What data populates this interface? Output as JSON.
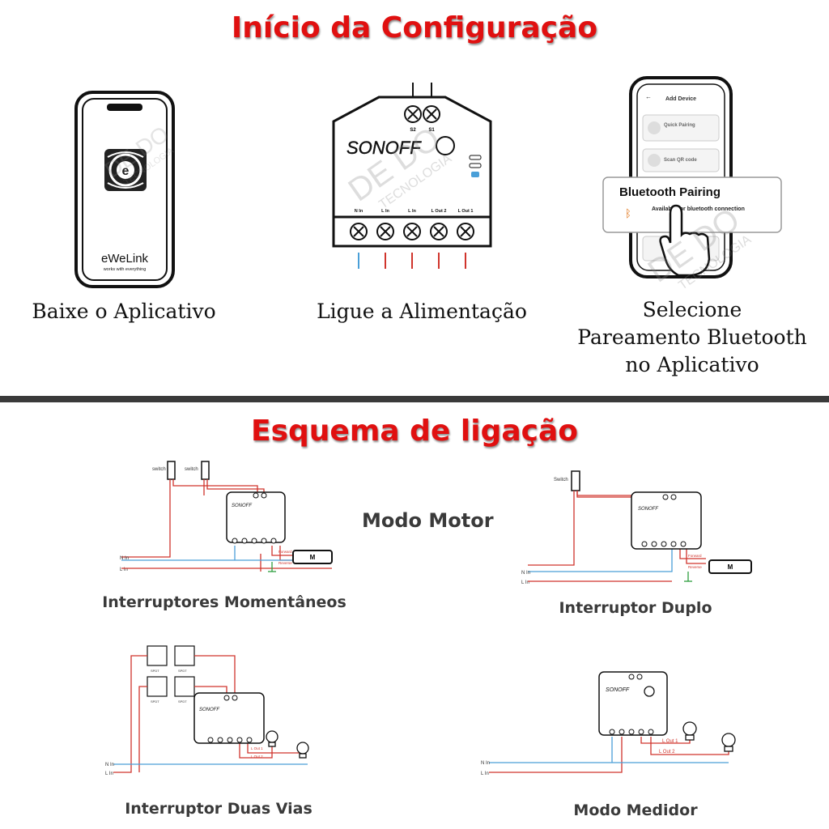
{
  "header": {
    "title": "Início da Configuração"
  },
  "steps": [
    {
      "app_name": "eWeLink",
      "app_tagline": "works with everything",
      "caption_lines": [
        "Baixe o Aplicativo"
      ]
    },
    {
      "brand": "SONOFF",
      "terminals_top": [
        "S2",
        "S1"
      ],
      "terminals_bottom": [
        "N In",
        "L In",
        "L In",
        "L Out 2",
        "L Out 1"
      ],
      "caption_lines": [
        "Ligue a Alimentação"
      ]
    },
    {
      "screen_title": "Add Device",
      "option_1": "Quick Pairing",
      "option_2": "Scan QR code",
      "popup_title": "Bluetooth Pairing",
      "popup_text": "Available for bluetooth connection",
      "caption_lines": [
        "Selecione",
        "Pareamento Bluetooth",
        "no Aplicativo"
      ]
    }
  ],
  "wiring": {
    "title": "Esquema de ligação",
    "motor_mode_label": "Modo Motor",
    "diagrams": [
      {
        "label": "Interruptores Momentâneos",
        "switch_label": "switch",
        "line_labels": [
          "N In",
          "L In"
        ],
        "out_labels": [
          "Forward",
          "Reverse"
        ],
        "motor_label": "M"
      },
      {
        "label": "Interruptor Duplo",
        "switch_label": "Switch",
        "line_labels": [
          "N In",
          "L In"
        ],
        "out_labels": [
          "Forward",
          "Reverse"
        ],
        "motor_label": "M"
      },
      {
        "label": "Interruptor Duas Vias",
        "switch_label": "SPDT",
        "line_labels": [
          "N In",
          "L In"
        ],
        "out_labels": [
          "L Out 1",
          "L Out 2"
        ]
      },
      {
        "label": "Modo Medidor",
        "line_labels": [
          "N In",
          "L In"
        ],
        "out_labels": [
          "L Out 1",
          "L Out 2"
        ]
      }
    ]
  },
  "watermark": {
    "line1": "DE DO",
    "line2": "TECNOLOGIA"
  },
  "colors": {
    "title": "#e01010",
    "wire_red": "#d0342c",
    "wire_blue": "#4a9fd8",
    "ground": "#2e9e3e"
  }
}
